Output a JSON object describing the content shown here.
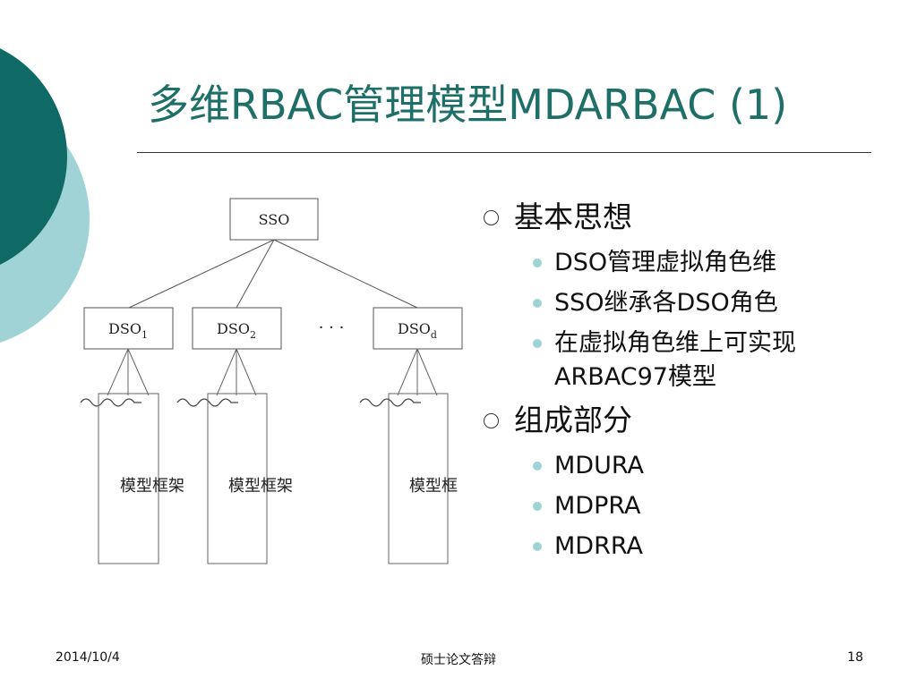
{
  "slide": {
    "title": "多维RBAC管理模型MDARBAC (1)",
    "colors": {
      "accent_dark": "#0f6a66",
      "accent_light": "#9fd3d5",
      "title": "#1f6f69"
    }
  },
  "diagram": {
    "root": "SSO",
    "dso_nodes": [
      {
        "base": "DSO",
        "sub": "1"
      },
      {
        "base": "DSO",
        "sub": "2"
      },
      {
        "base": "DSO",
        "sub": "d"
      }
    ],
    "ellipsis": "· · ·",
    "frameworks": [
      "模型框架",
      "模型框架",
      "模型框"
    ]
  },
  "bullets": [
    {
      "text": "基本思想",
      "items": [
        "DSO管理虚拟角色维",
        "SSO继承各DSO角色",
        "在虚拟角色维上可实现ARBAC97模型"
      ]
    },
    {
      "text": "组成部分",
      "items": [
        "MDURA",
        "MDPRA",
        "MDRRA"
      ]
    }
  ],
  "footer": {
    "date": "2014/10/4",
    "center": "硕士论文答辩",
    "page": "18"
  }
}
